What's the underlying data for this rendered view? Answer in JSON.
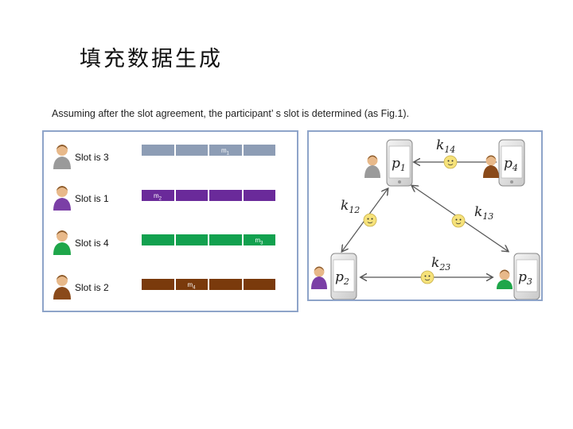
{
  "page": {
    "title": "填充数据生成",
    "subtitle": "Assuming after the slot agreement,  the participant’ s  slot is determined (as Fig.1)."
  },
  "rows": [
    {
      "label": "Slot  is 3",
      "slot": 3,
      "msg": "m",
      "msg_sub": "1",
      "color": "#8d9db5",
      "shirt": "#9a9a9a"
    },
    {
      "label": "Slot is 1",
      "slot": 1,
      "msg": "m",
      "msg_sub": "2",
      "color": "#6a2a9a",
      "shirt": "#7b3fa6"
    },
    {
      "label": "Slot is 4",
      "slot": 4,
      "msg": "m",
      "msg_sub": "3",
      "color": "#12a14f",
      "shirt": "#1fa64a"
    },
    {
      "label": "Slot is 2",
      "slot": 2,
      "msg": "m",
      "msg_sub": "4",
      "color": "#7a3a0c",
      "shirt": "#8a4a1a"
    }
  ],
  "network": {
    "nodes": [
      "p1",
      "p2",
      "p3",
      "p4"
    ],
    "edges": [
      {
        "label": "k",
        "sub": "14"
      },
      {
        "label": "k",
        "sub": "12"
      },
      {
        "label": "k",
        "sub": "13"
      },
      {
        "label": "k",
        "sub": "23"
      }
    ]
  }
}
